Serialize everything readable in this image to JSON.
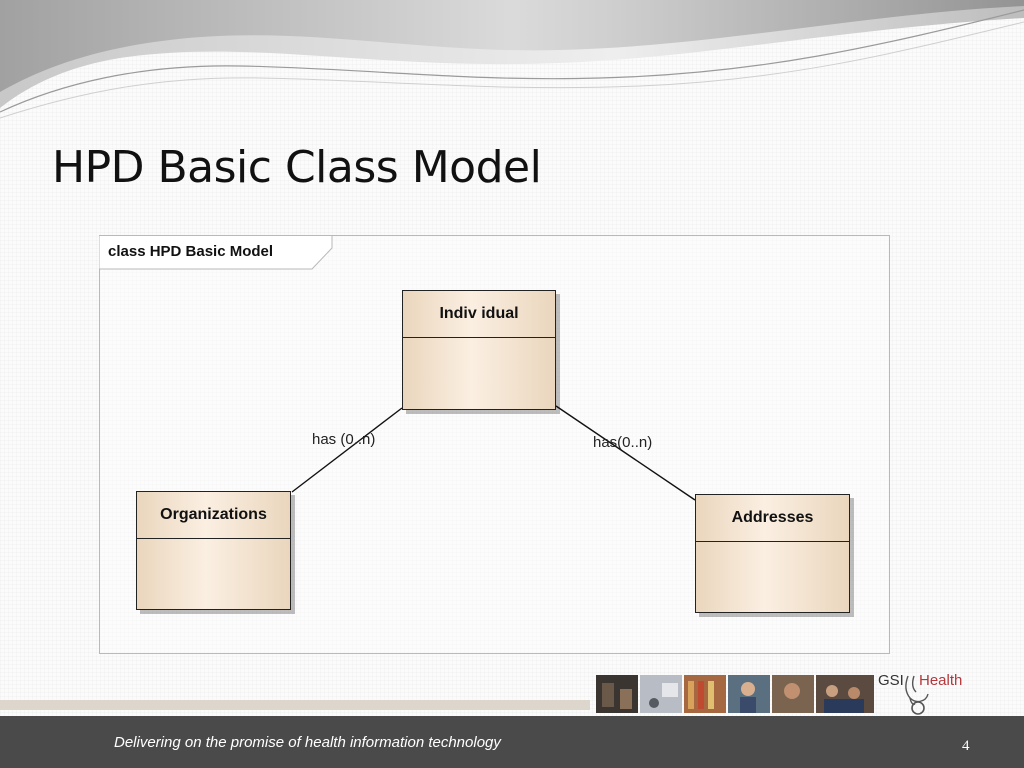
{
  "slide": {
    "title": "HPD Basic Class Model",
    "footer_text": "Delivering on the promise of health information technology",
    "page_number": "4"
  },
  "diagram": {
    "frame_label": "class HPD Basic Model",
    "classes": {
      "individual": "Indiv idual",
      "organizations": "Organizations",
      "addresses": "Addresses"
    },
    "associations": {
      "individual_organizations": "has (0..n)",
      "individual_addresses": "has(0..n)"
    }
  },
  "logo": {
    "part1": "GSI",
    "part2": "Health",
    "color_gsi": "#333333",
    "color_health": "#b5373c"
  },
  "colors": {
    "footer_bar": "#4a4a4a",
    "class_fill": "#f3e4d2",
    "class_border": "#222222"
  }
}
